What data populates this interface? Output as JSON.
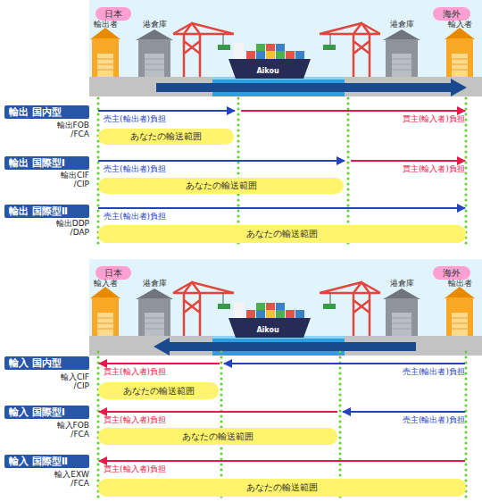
{
  "diagram": {
    "nodes": [
      {
        "text": [
          "日本"
        ]
      },
      {
        "text": [
          "海外"
        ]
      },
      {
        "text": [
          "輸出 国内型"
        ]
      },
      {
        "text": [
          "あなたの輸送範囲"
        ]
      },
      {
        "text": [
          "輸出 国際型Ⅰ"
        ]
      },
      {
        "text": [
          "あなたの輸送範囲"
        ]
      },
      {
        "text": [
          "輸出 国際型Ⅱ"
        ]
      },
      {
        "text": [
          "あなたの輸送範囲"
        ]
      },
      {
        "text": [
          "日本"
        ]
      },
      {
        "text": [
          "海外"
        ]
      },
      {
        "text": [
          "輸入 国内型"
        ]
      },
      {
        "text": [
          "あなたの輸送範囲"
        ]
      },
      {
        "text": [
          "輸入 国際型Ⅰ"
        ]
      },
      {
        "text": [
          "あなたの輸送範囲"
        ]
      },
      {
        "text": [
          "輸入 国際型Ⅱ"
        ]
      },
      {
        "text": [
          "あなたの輸送範囲"
        ]
      }
    ],
    "labels": [
      "輸出者",
      "港倉庫",
      "Aikou",
      "港倉庫",
      "輸入者",
      "輸出FOB /FCA",
      "売主(輸出者)負担",
      "買主(輸入者)負担",
      "輸出CIF /CIP",
      "売主(輸出者)負担",
      "買主(輸入者)負担",
      "輸出DDP /DAP",
      "売主(輸出者)負担",
      "輸入者",
      "港倉庫",
      "Aikou",
      "港倉庫",
      "輸出者",
      "輸入CIF /CIP",
      "買主(輸入者)負担",
      "売主(輸出者)負担",
      "輸入FOB /FCA",
      "買主(輸入者)負担",
      "売主(輸出者)負担",
      "輸入EXW /FCA",
      "買主(輸入者)負担"
    ]
  }
}
